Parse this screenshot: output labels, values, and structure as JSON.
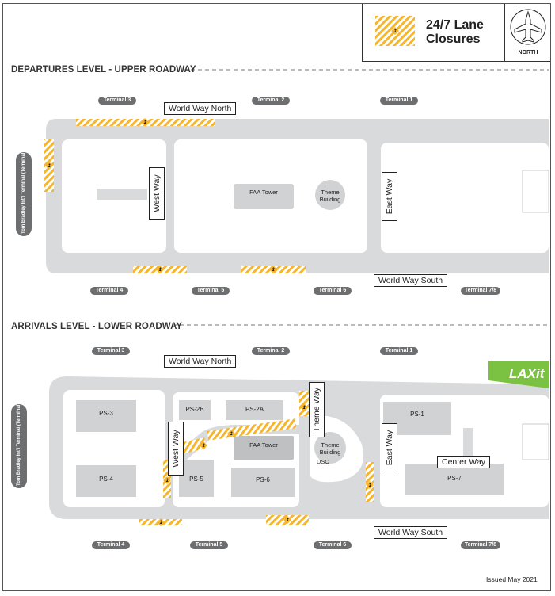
{
  "legend": {
    "title_line1": "24/7 Lane",
    "title_line2": "Closures",
    "north_label": "NORTH",
    "closure_color": "#f7b52c"
  },
  "colors": {
    "road_gray": "#d9dadb",
    "building_gray": "#d1d2d3",
    "terminal_pill": "#6d6e70",
    "laxit_green": "#7cc242"
  },
  "departures": {
    "section_title": "DEPARTURES LEVEL - UPPER ROADWAY",
    "terminals_top": [
      "Terminal 3",
      "Terminal 2",
      "Terminal 1"
    ],
    "terminals_bottom": [
      "Terminal 4",
      "Terminal 5",
      "Terminal 6",
      "Terminal 7/8"
    ],
    "tom_bradley": "Tom Bradley Int'l Terminal (Terminal B)",
    "roads": {
      "north": "World Way North",
      "south": "World Way South",
      "west": "West Way",
      "east": "East Way"
    },
    "buildings": {
      "faa": "FAA Tower",
      "theme": "Theme Building"
    }
  },
  "arrivals": {
    "section_title": "ARRIVALS LEVEL - LOWER ROADWAY",
    "terminals_top": [
      "Terminal 3",
      "Terminal 2",
      "Terminal 1"
    ],
    "terminals_bottom": [
      "Terminal 4",
      "Terminal 5",
      "Terminal 6",
      "Terminal 7/8"
    ],
    "tom_bradley": "Tom Bradley Int'l Terminal (Terminal B)",
    "roads": {
      "north": "World Way North",
      "south": "World Way South",
      "west": "West Way",
      "east": "East Way",
      "theme": "Theme Way",
      "center": "Center Way"
    },
    "buildings": {
      "faa": "FAA Tower",
      "theme": "Theme Building",
      "uso": "USO"
    },
    "parking": [
      "PS-3",
      "PS-4",
      "PS-2B",
      "PS-2A",
      "PS-5",
      "PS-6",
      "PS-1",
      "PS-7"
    ],
    "laxit": "LAXit"
  },
  "issued": "Issued May 2021"
}
